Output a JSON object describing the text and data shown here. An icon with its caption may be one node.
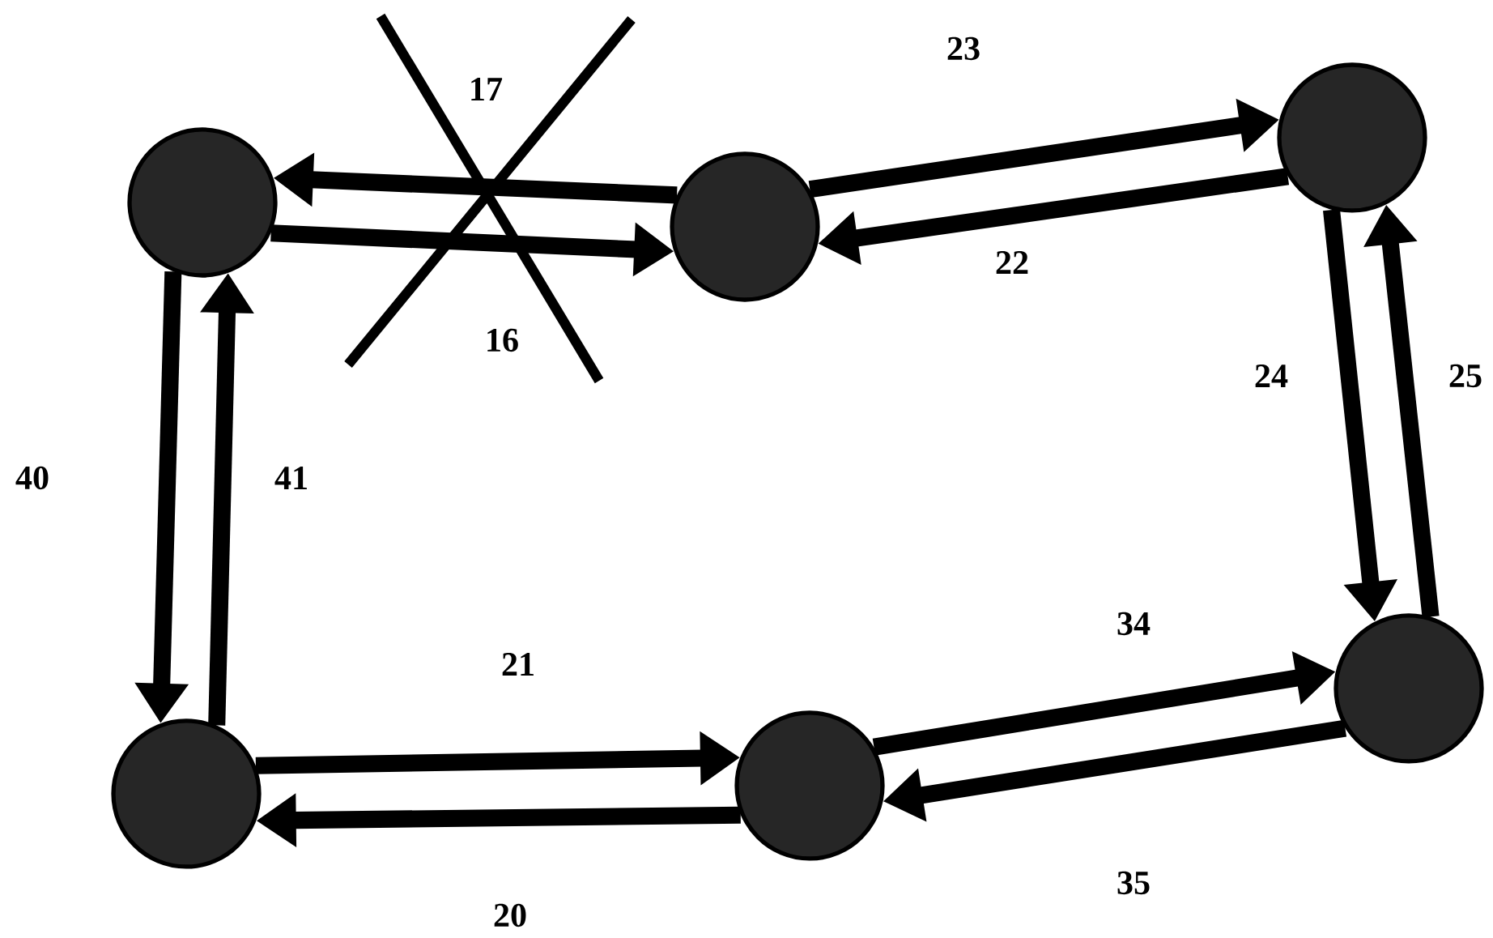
{
  "diagram": {
    "nodes": [
      {
        "text": [],
        "shape": "circle"
      },
      {
        "text": [],
        "shape": "circle"
      },
      {
        "text": [],
        "shape": "circle"
      },
      {
        "text": [],
        "shape": "circle"
      },
      {
        "text": [],
        "shape": "circle"
      },
      {
        "text": [],
        "shape": "circle"
      }
    ],
    "edges": [
      {
        "from": 1,
        "to": 0,
        "arrow": "to",
        "label": "17"
      },
      {
        "from": 0,
        "to": 1,
        "arrow": "to",
        "label": "16"
      },
      {
        "from": 1,
        "to": 2,
        "arrow": "to",
        "label": "23"
      },
      {
        "from": 2,
        "to": 1,
        "arrow": "to",
        "label": "22"
      },
      {
        "from": 2,
        "to": 5,
        "arrow": "to",
        "label": "24"
      },
      {
        "from": 5,
        "to": 2,
        "arrow": "to",
        "label": "25"
      },
      {
        "from": 0,
        "to": 3,
        "arrow": "to",
        "label": "40"
      },
      {
        "from": 3,
        "to": 0,
        "arrow": "to",
        "label": "41"
      },
      {
        "from": 3,
        "to": 4,
        "arrow": "to",
        "label": "21"
      },
      {
        "from": 4,
        "to": 3,
        "arrow": "to",
        "label": "20"
      },
      {
        "from": 4,
        "to": 5,
        "arrow": "to",
        "label": "34"
      },
      {
        "from": 5,
        "to": 4,
        "arrow": "to",
        "label": "35"
      }
    ]
  }
}
